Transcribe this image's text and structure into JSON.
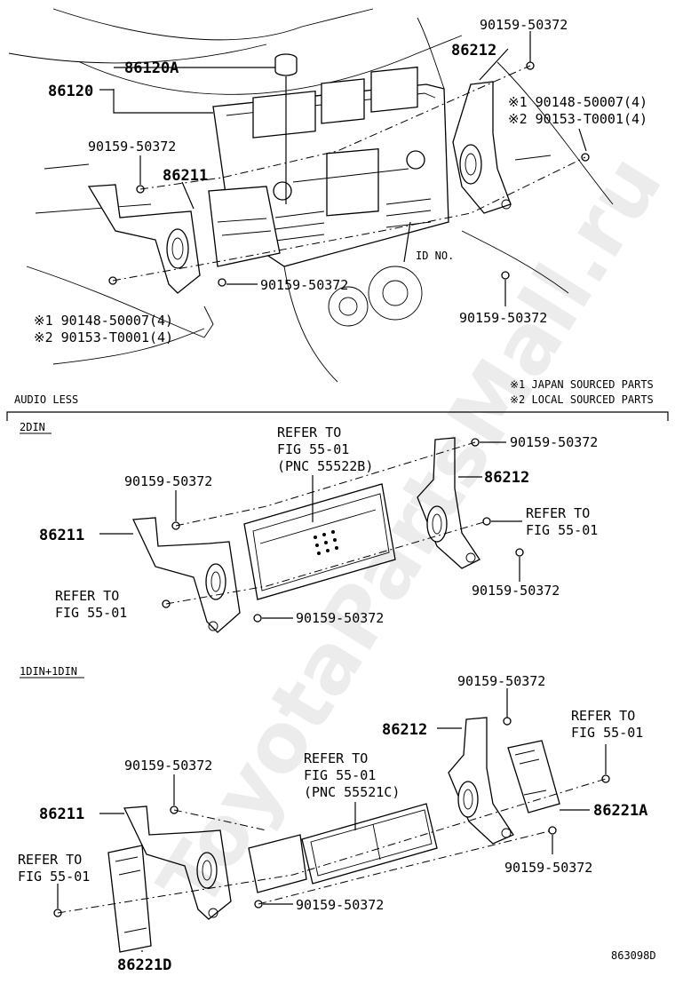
{
  "watermark": "ToyotaPartsMall.ru",
  "diagram_code": "863098D",
  "legend": {
    "note1": "※1 JAPAN SOURCED PARTS",
    "note2": "※2 LOCAL SOURCED PARTS"
  },
  "sections": {
    "main": {
      "labels": {
        "p86120": "86120",
        "p86120A": "86120A",
        "screw_tl": "90159-50372",
        "bracket_l": "86211",
        "screw_tr": "90159-50372",
        "bracket_r": "86212",
        "note_r1": "※1 90148-50007(4)",
        "note_r2": "※2 90153-T0001(4)",
        "screw_bc": "90159-50372",
        "note_l1": "※1 90148-50007(4)",
        "note_l2": "※2 90153-T0001(4)",
        "id_no": "ID NO.",
        "screw_br": "90159-50372"
      }
    },
    "audio_less": {
      "title": "AUDIO LESS",
      "din2": {
        "title": "2DIN",
        "labels": {
          "refer_c1": "REFER TO",
          "refer_c2": "FIG 55-01",
          "refer_c3": "(PNC 55522B)",
          "screw_tr": "90159-50372",
          "bracket_r": "86212",
          "refer_r1": "REFER TO",
          "refer_r2": "FIG 55-01",
          "screw_tl": "90159-50372",
          "bracket_l": "86211",
          "screw_r": "90159-50372",
          "refer_l1": "REFER TO",
          "refer_l2": "FIG 55-01",
          "screw_b": "90159-50372"
        }
      },
      "din1": {
        "title": "1DIN+1DIN",
        "labels": {
          "screw_t": "90159-50372",
          "bracket_r": "86212",
          "refer_r1": "REFER TO",
          "refer_r2": "FIG 55-01",
          "refer_c1": "REFER TO",
          "refer_c2": "FIG 55-01",
          "refer_c3": "(PNC 55521C)",
          "screw_l": "90159-50372",
          "bracket_l": "86211",
          "part_r": "86221A",
          "refer_l1": "REFER TO",
          "refer_l2": "FIG 55-01",
          "screw_r": "90159-50372",
          "screw_b": "90159-50372",
          "part_l": "86221D"
        }
      }
    }
  }
}
